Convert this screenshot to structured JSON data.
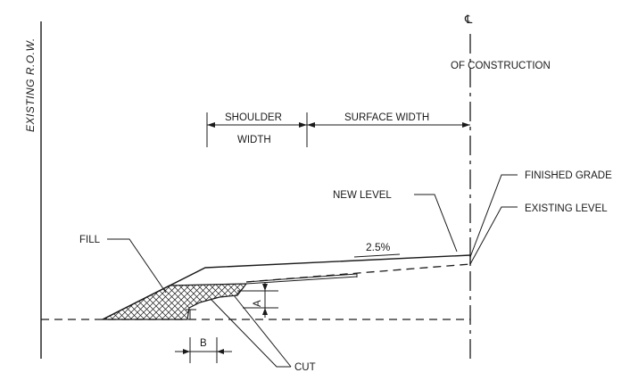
{
  "labels": {
    "existing_row": "EXISTING R.O.W.",
    "centerline": "℄",
    "of_construction": "OF CONSTRUCTION",
    "shoulder": "SHOULDER",
    "width": "WIDTH",
    "surface_width": "SURFACE WIDTH",
    "finished_grade": "FINISHED GRADE",
    "existing_level": "EXISTING LEVEL",
    "new_level": "NEW LEVEL",
    "fill": "FILL",
    "slope": "2.5%",
    "dim_a": "A",
    "dim_b": "B",
    "cut": "CUT"
  },
  "colors": {
    "line": "#1a1a1a",
    "background": "#ffffff"
  }
}
